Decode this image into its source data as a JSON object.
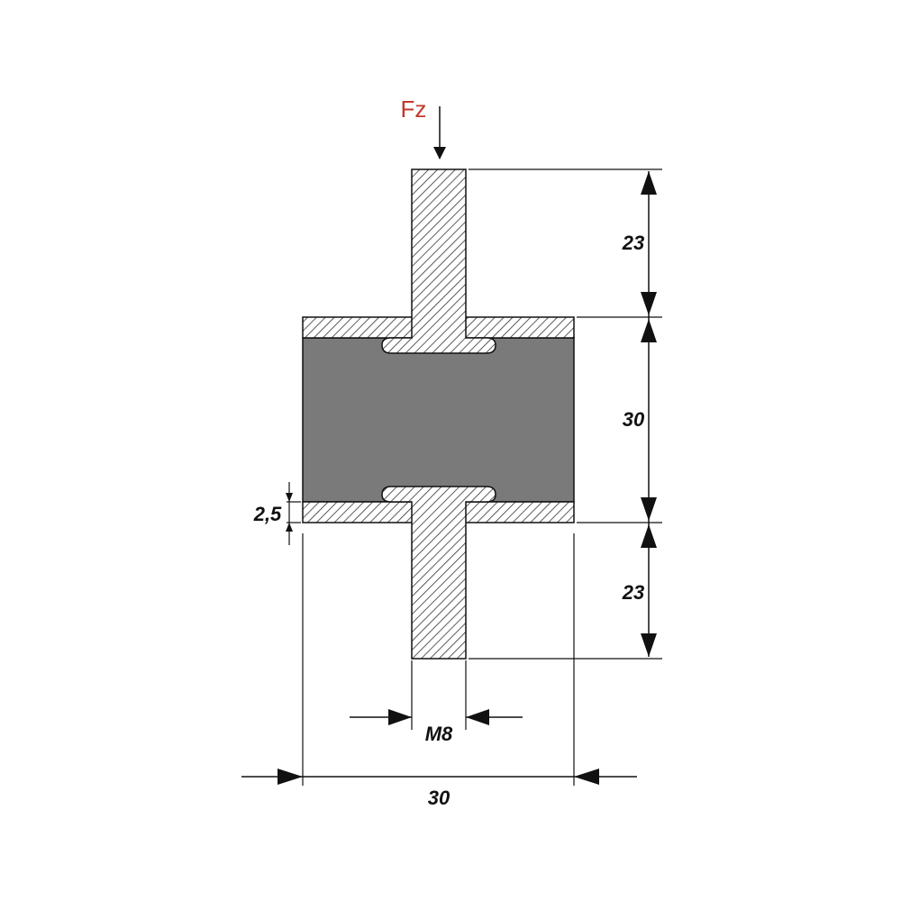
{
  "force": {
    "label": "Fz",
    "color": "#c0392b"
  },
  "dimensions": {
    "top_stud_length": "23",
    "body_height": "30",
    "bottom_stud_length": "23",
    "plate_thickness": "2,5",
    "thread": "M8",
    "body_diameter": "30"
  },
  "colors": {
    "rubber": "#7a7a7a",
    "metal_hatch": "#333333",
    "lines": "#111111"
  }
}
